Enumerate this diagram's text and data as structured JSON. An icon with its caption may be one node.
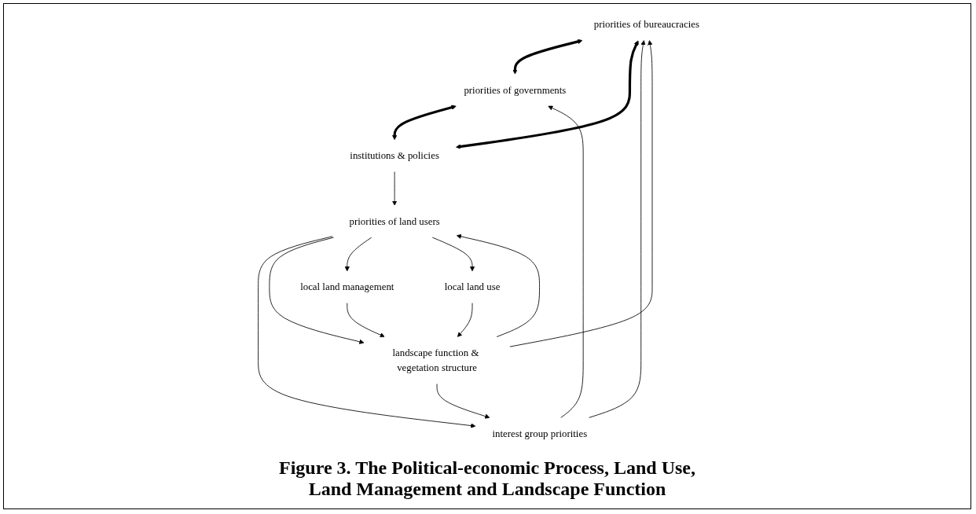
{
  "diagram": {
    "caption": "Figure 3. The Political-economic Process, Land Use, Land Management and Landscape Function",
    "nodes": [
      {
        "text": [
          "priorities of bureaucracies"
        ]
      },
      {
        "text": [
          "interest group priorities"
        ]
      },
      {
        "text": [
          "priorities of governments"
        ]
      },
      {
        "text": [
          "landscape function & vegetation structure"
        ]
      },
      {
        "text": [
          "institutions & policies"
        ]
      },
      {
        "text": [
          "priorities of land users"
        ]
      },
      {
        "text": [
          "local land management"
        ]
      },
      {
        "text": [
          "local land use"
        ]
      }
    ],
    "edges": [
      {
        "from": 3,
        "to": 0,
        "arrow": "to"
      },
      {
        "from": 3,
        "to": 1,
        "arrow": "to"
      },
      {
        "from": 1,
        "to": 0,
        "arrow": "to"
      },
      {
        "from": 1,
        "to": 2,
        "arrow": "to"
      },
      {
        "from": 0,
        "to": 2,
        "arrow": "both",
        "style": "thick"
      },
      {
        "from": 0,
        "to": 4,
        "arrow": "both",
        "style": "thick"
      },
      {
        "from": 2,
        "to": 4,
        "arrow": "both",
        "style": "thick"
      },
      {
        "from": 4,
        "to": 5,
        "arrow": "to"
      },
      {
        "from": 5,
        "to": 1,
        "arrow": "to"
      },
      {
        "from": 5,
        "to": 3,
        "arrow": "to"
      },
      {
        "from": 3,
        "to": 5,
        "arrow": "to"
      },
      {
        "from": 5,
        "to": 6,
        "arrow": "to"
      },
      {
        "from": 6,
        "to": 3,
        "arrow": "to"
      },
      {
        "from": 5,
        "to": 7,
        "arrow": "to"
      },
      {
        "from": 7,
        "to": 3,
        "arrow": "to"
      }
    ]
  }
}
